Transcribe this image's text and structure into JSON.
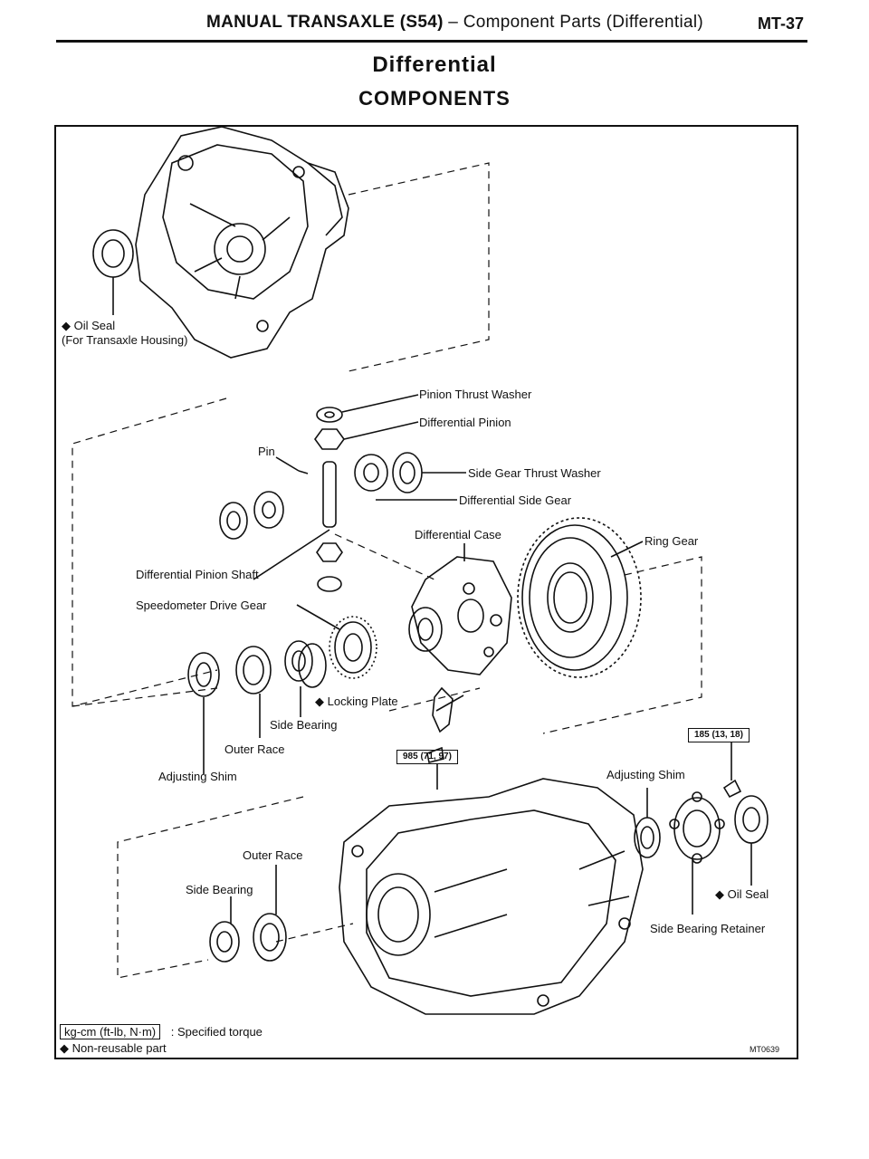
{
  "header": {
    "title_bold": "MANUAL TRANSAXLE (S54)",
    "title_rest": " – Component Parts (Differential)",
    "page": "MT-37"
  },
  "title": "Differential",
  "subtitle": "COMPONENTS",
  "labels": {
    "oil_seal_top": "◆ Oil Seal",
    "oil_seal_top_note": "(For Transaxle Housing)",
    "pinion_thrust_washer": "Pinion Thrust Washer",
    "differential_pinion": "Differential Pinion",
    "pin": "Pin",
    "side_gear_thrust_washer": "Side Gear Thrust Washer",
    "differential_side_gear": "Differential Side Gear",
    "differential_case": "Differential Case",
    "ring_gear": "Ring Gear",
    "differential_pinion_shaft": "Differential Pinion Shaft",
    "speedometer_drive_gear": "Speedometer Drive Gear",
    "locking_plate": "◆ Locking Plate",
    "side_bearing_1": "Side Bearing",
    "outer_race_1": "Outer Race",
    "adjusting_shim_1": "Adjusting Shim",
    "adjusting_shim_2": "Adjusting Shim",
    "outer_race_2": "Outer Race",
    "side_bearing_2": "Side Bearing",
    "oil_seal_right": "◆ Oil Seal",
    "side_bearing_retainer": "Side Bearing Retainer"
  },
  "torques": {
    "retainer_bolt": "185 (13, 18)",
    "ring_gear_bolt": "985 (71, 97)"
  },
  "legend": {
    "torque_key": "kg-cm (ft-lb, N·m)",
    "torque_desc": ": Specified torque",
    "nonreusable": "◆ Non-reusable part"
  },
  "figure_code": "MT0639"
}
